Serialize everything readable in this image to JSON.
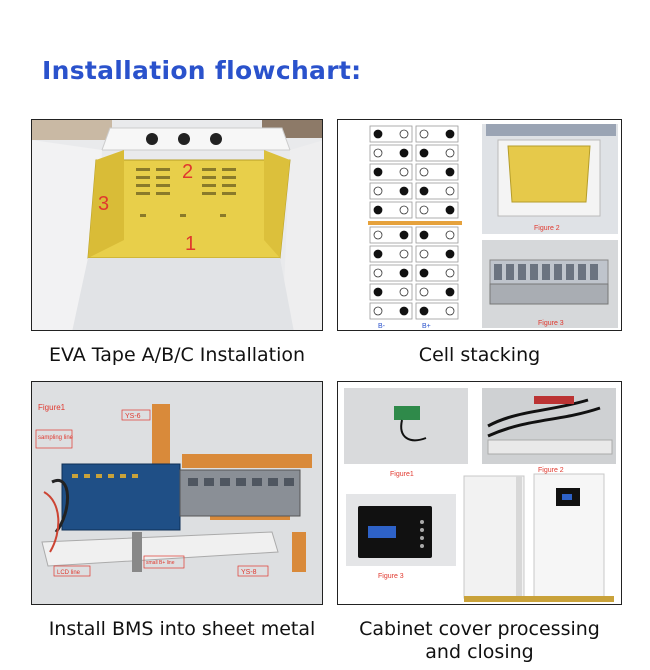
{
  "page": {
    "title": "Installation flowchart:",
    "accent_color": "#2a52cc"
  },
  "panels": {
    "eva": {
      "caption": "EVA Tape A/B/C Installation",
      "markers": [
        "1",
        "2",
        "3"
      ]
    },
    "cell": {
      "caption": "Cell stacking",
      "figure2": "Figure 2",
      "figure3": "Figure 3",
      "bminus": "B-",
      "bplus": "B+"
    },
    "bms": {
      "caption": "Install BMS into sheet metal",
      "figure1": "Figure1",
      "ys6": "YS-6",
      "ys8": "YS-8",
      "sampling": "sampling line",
      "lcd": "LCD line",
      "small_b": "small B+ line"
    },
    "cabinet": {
      "caption_line1": "Cabinet cover processing",
      "caption_line2": "and closing",
      "figure1": "Figure1",
      "figure2": "Figure 2",
      "figure3": "Figure 3"
    }
  }
}
